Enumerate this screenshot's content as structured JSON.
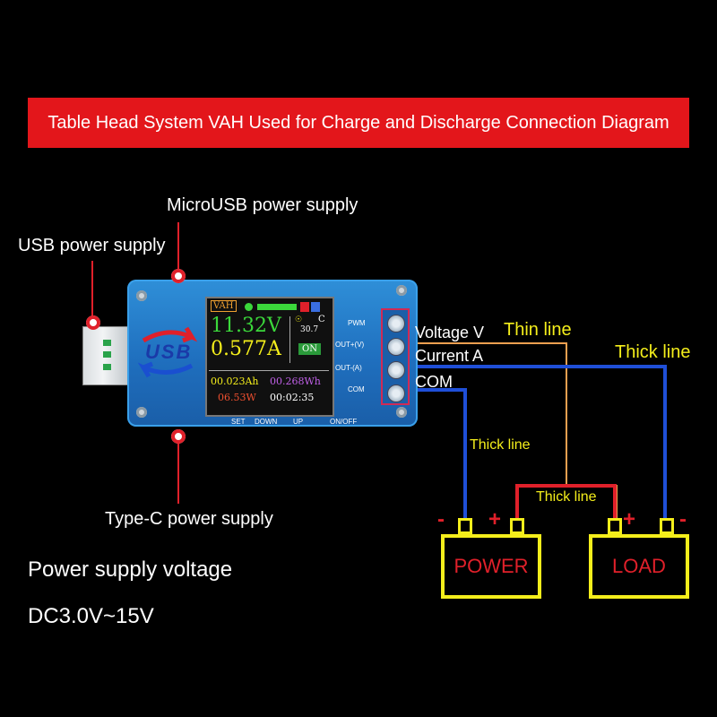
{
  "banner": {
    "title": "Table Head System VAH Used for Charge and Discharge Connection Diagram"
  },
  "callouts": {
    "microusb": "MicroUSB  power supply",
    "usb": "USB power supply",
    "typec": "Type-C  power supply"
  },
  "device": {
    "logo": "USB",
    "screen": {
      "tag": "VAH",
      "voltage": "11.32V",
      "current": "0.577A",
      "temperature": "30.7",
      "temp_unit": "C",
      "state": "ON",
      "capacity": "00.023Ah",
      "energy": "00.268Wh",
      "power": "06.53W",
      "time": "00:02:35"
    },
    "pins": [
      "PWM",
      "OUT+(V)",
      "OUT-(A)",
      "COM"
    ],
    "buttons": [
      "SET",
      "DOWN",
      "UP"
    ],
    "onoff": "ON/OFF"
  },
  "wiring": {
    "voltage_label": "Voltage V",
    "current_label": "Current A",
    "com_label": "COM",
    "thin_line": "Thin line",
    "thick_line_top": "Thick line",
    "thick_line_left": "Thick line",
    "thick_line_mid": "Thick line",
    "power": "POWER",
    "load": "LOAD",
    "minus": "-",
    "plus": "+"
  },
  "footer": {
    "line1": "Power supply voltage",
    "line2": "DC3.0V~15V"
  },
  "colors": {
    "banner": "#e3161b",
    "wire_thick": "#1f4fd8",
    "wire_positive": "#e0202a",
    "wire_thin": "#f0a050",
    "battery": "#f4ee1b",
    "board": "#1f6fbe"
  }
}
